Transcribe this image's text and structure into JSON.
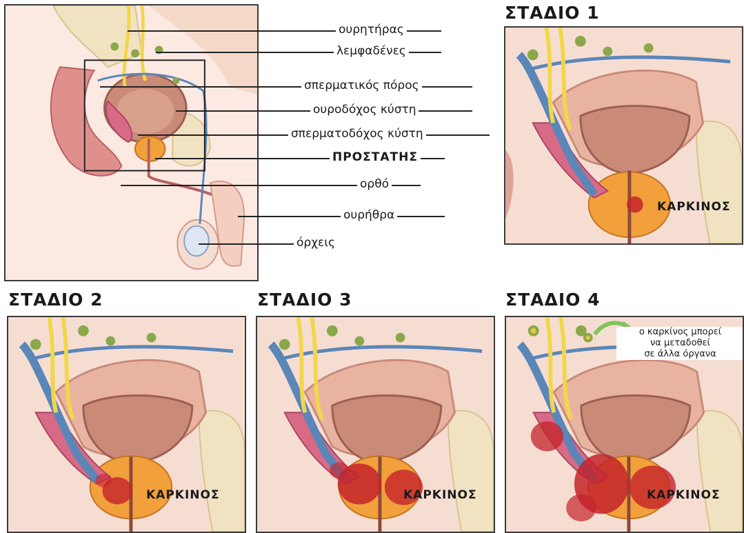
{
  "overview": {
    "labels": {
      "ureter": "ουρητήρας",
      "lymph_nodes": "λεμφαδένες",
      "vas_deferens": "σπερματικός πόρος",
      "bladder": "ουροδόχος κύστη",
      "seminal_vesicle": "σπερματοδόχος κύστη",
      "prostate": "ΠΡΟΣΤΑΤΗΣ",
      "rectum": "ορθό",
      "urethra": "ουρήθρα",
      "testes": "όρχεις"
    }
  },
  "stages": [
    {
      "title": "ΣΤΑΔΙΟ 1",
      "cancer_label": "ΚΑΡΚΙΝΟΣ"
    },
    {
      "title": "ΣΤΑΔΙΟ 2",
      "cancer_label": "ΚΑΡΚΙΝΟΣ"
    },
    {
      "title": "ΣΤΑΔΙΟ 3",
      "cancer_label": "ΚΑΡΚΙΝΟΣ"
    },
    {
      "title": "ΣΤΑΔΙΟ 4",
      "cancer_label": "ΚΑΡΚΙΝΟΣ",
      "note": [
        "ο καρκίνος μπορεί",
        "να μεταδοθεί",
        "σε άλλα όργανα"
      ]
    }
  ],
  "colors": {
    "tissue": "#f6ddd2",
    "bladder": "#c98a78",
    "prostate": "#f2a03c",
    "tumor": "#c4232a",
    "vessel_blue": "#5b86b8",
    "ureter_yellow": "#f2d64a",
    "lymph_green": "#8aa84a",
    "seminal_pink": "#d96a86",
    "arrow_green": "#7fc45a"
  }
}
